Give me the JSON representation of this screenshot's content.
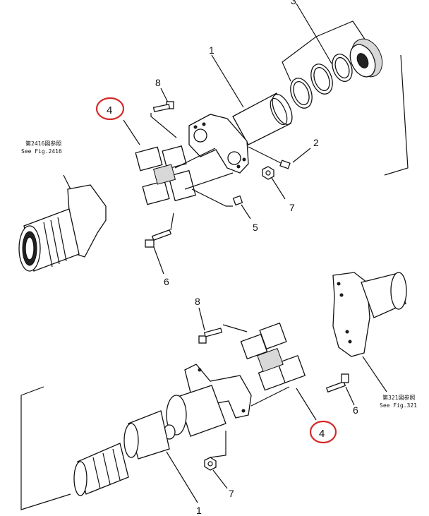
{
  "labels": {
    "l1_top": "1",
    "l1_bottom": "1",
    "l2": "2",
    "l3": "3",
    "l4_top": "4",
    "l4_bottom": "4",
    "l5": "5",
    "l6_top": "6",
    "l6_bottom": "6",
    "l7_top": "7",
    "l7_bottom": "7",
    "l8_top": "8",
    "l8_bottom": "8"
  },
  "refs": {
    "fig2416_jp": "第2416図参照",
    "fig2416_en": "See Fig.2416",
    "fig321_jp": "第321図参照",
    "fig321_en": "See Fig.321"
  },
  "colors": {
    "highlight": "#d62828",
    "ink": "#111111"
  }
}
